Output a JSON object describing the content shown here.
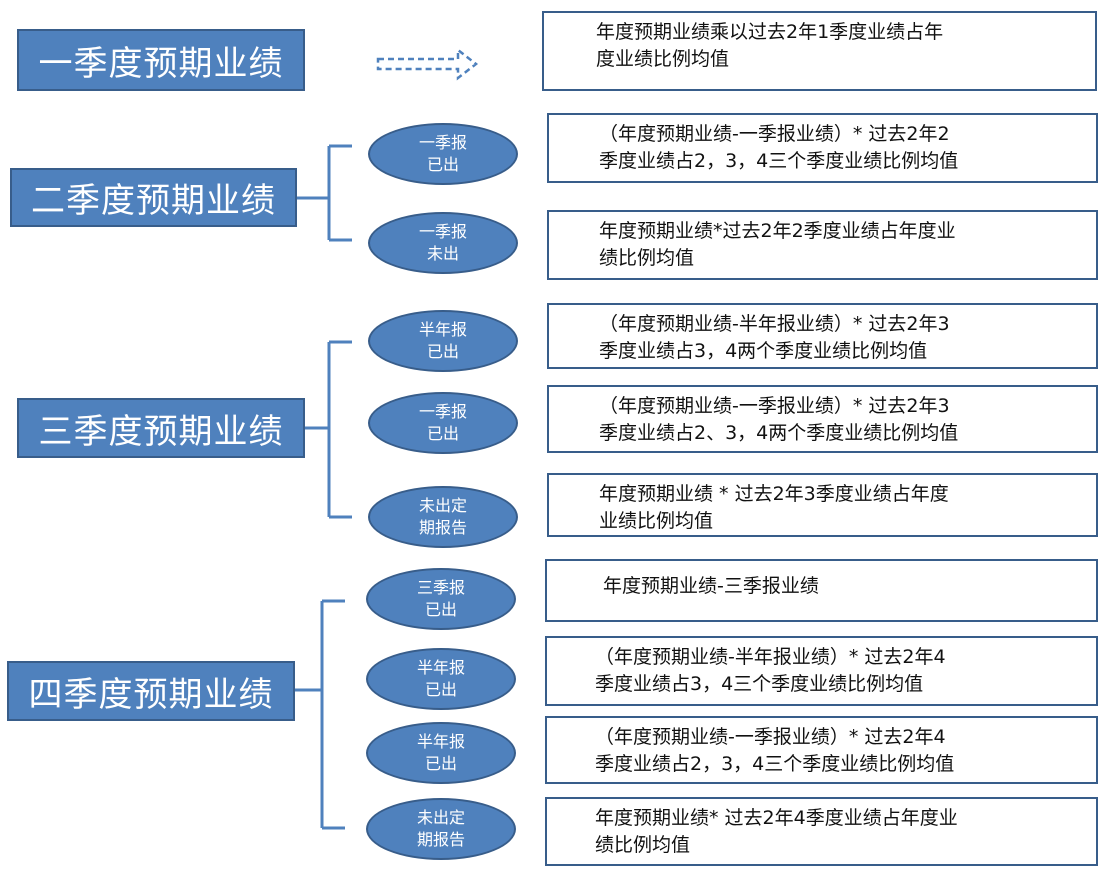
{
  "groups": [
    {
      "title": "一季度预期业绩"
    },
    {
      "title": "二季度预期业绩"
    },
    {
      "title": "三季度预期业绩"
    },
    {
      "title": "四季度预期业绩"
    }
  ],
  "q1": {
    "lines": [
      "年度预期业绩乘以过去2年1季度业绩占年",
      "度业绩比例均值"
    ]
  },
  "q2": {
    "branches": [
      {
        "cond": [
          "一季报",
          "已出"
        ],
        "formula": [
          "（年度预期业绩-一季报业绩）* 过去2年2",
          "季度业绩占2，3，4三个季度业绩比例均值"
        ]
      },
      {
        "cond": [
          "一季报",
          "未出"
        ],
        "formula": [
          "年度预期业绩*过去2年2季度业绩占年度业",
          "绩比例均值"
        ]
      }
    ]
  },
  "q3": {
    "branches": [
      {
        "cond": [
          "半年报",
          "已出"
        ],
        "formula": [
          "（年度预期业绩-半年报业绩）* 过去2年3",
          "季度业绩占3，4两个季度业绩比例均值"
        ]
      },
      {
        "cond": [
          "一季报",
          "已出"
        ],
        "formula": [
          "（年度预期业绩-一季报业绩）* 过去2年3",
          "季度业绩占2、3，4两个季度业绩比例均值"
        ]
      },
      {
        "cond": [
          "未出定",
          "期报告"
        ],
        "formula": [
          "年度预期业绩 * 过去2年3季度业绩占年度",
          "业绩比例均值"
        ]
      }
    ]
  },
  "q4": {
    "branches": [
      {
        "cond": [
          "三季报",
          "已出"
        ],
        "formula": [
          "年度预期业绩-三季报业绩"
        ]
      },
      {
        "cond": [
          "半年报",
          "已出"
        ],
        "formula": [
          "（年度预期业绩-半年报业绩）* 过去2年4",
          "季度业绩占3，4三个季度业绩比例均值"
        ]
      },
      {
        "cond": [
          "半年报",
          "已出"
        ],
        "formula": [
          "（年度预期业绩-一季报业绩）* 过去2年4",
          "季度业绩占2，3，4三个季度业绩比例均值"
        ]
      },
      {
        "cond": [
          "未出定",
          "期报告"
        ],
        "formula": [
          "年度预期业绩* 过去2年4季度业绩占年度业",
          "绩比例均值"
        ]
      }
    ]
  },
  "colors": {
    "box_fill": "#4f81bd",
    "box_border": "#385d8a",
    "connector": "#4f81bd"
  }
}
